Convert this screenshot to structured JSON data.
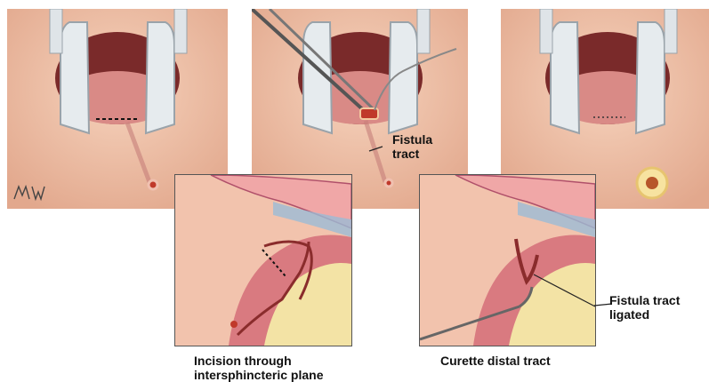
{
  "labels": {
    "fistula_tract": [
      "Fistula",
      "tract"
    ],
    "fistula_tract_ligated": [
      "Fistula tract",
      "ligated"
    ],
    "signature": "MW"
  },
  "captions": {
    "incision": [
      "Incision through",
      "intersphincteric plane"
    ],
    "curette": "Curette distal tract"
  },
  "colors": {
    "skin": "#f1c2a7",
    "skin_dark": "#d9957c",
    "retractor": "#dfe4e8",
    "tissue_pink": "#e8a3a0",
    "muscle": "#d97a80",
    "fat": "#f3e3a5",
    "tract": "#b04040"
  }
}
